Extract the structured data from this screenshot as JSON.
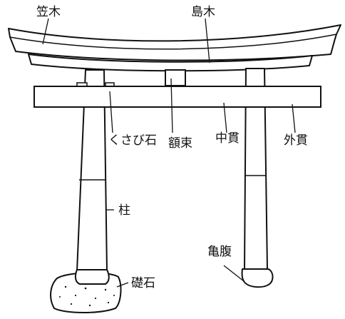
{
  "labels": {
    "kasagi": "笠木",
    "shimaki": "島木",
    "kusabiishi": "くさび石",
    "gakuzuka": "額束",
    "nakanuki": "中貫",
    "sotonuki": "外貫",
    "hashira": "柱",
    "kamebara": "亀腹",
    "soseki": "礎石"
  }
}
